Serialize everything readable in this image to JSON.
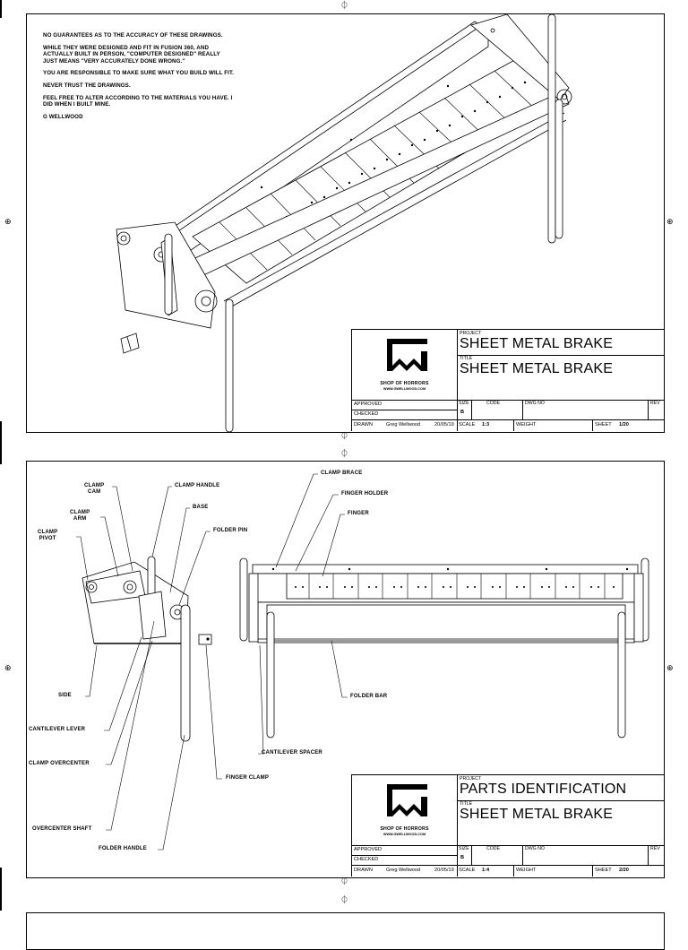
{
  "sheet1": {
    "notes": [
      "NO GUARANTEES AS TO THE ACCURACY OF THESE DRAWINGS.",
      "WHILE THEY WERE DESIGNED AND FIT IN FUSION 360, AND ACTUALLY BUILT IN PERSON, \"COMPUTER DESIGNED\" REALLY JUST MEANS \"VERY ACCURATELY DONE WRONG.\"",
      "YOU ARE RESPONSIBLE TO MAKE SURE WHAT YOU BUILD WILL FIT.",
      "NEVER TRUST THE DRAWINGS.",
      "FEEL FREE TO ALTER ACCORDING TO THE MATERIALS YOU HAVE.  I DID WHEN I BUILT MINE.",
      "G WELLWOOD"
    ],
    "titleblock": {
      "project_label": "PROJECT",
      "project": "SHEET METAL BRAKE",
      "title_label": "TITLE",
      "title": "SHEET METAL BRAKE",
      "approved": "APPROVED",
      "checked": "CHECKED",
      "drawn_label": "DRAWN",
      "drawn_by": "Greg Wellwood",
      "date": "20/05/19",
      "size_label": "SIZE",
      "size": "B",
      "code_label": "CODE",
      "dwg_label": "DWG NO",
      "rev_label": "REV",
      "scale_label": "SCALE",
      "scale": "1:3",
      "weight_label": "WEIGHT",
      "sheet_label": "SHEET",
      "sheet": "1/20"
    }
  },
  "sheet2": {
    "labels": {
      "clamp_cam": "CLAMP\nCAM",
      "clamp_arm": "CLAMP\nARM",
      "clamp_pivot": "CLAMP\nPIVOT",
      "clamp_handle": "CLAMP HANDLE",
      "base": "BASE",
      "folder_pin": "FOLDER PIN",
      "side": "SIDE",
      "cantilever_lever": "CANTILEVER LEVER",
      "clamp_overcenter": "CLAMP OVERCENTER",
      "overcenter_shaft": "OVERCENTER SHAFT",
      "folder_handle": "FOLDER HANDLE",
      "finger_clamp": "FINGER CLAMP",
      "clamp_brace": "CLAMP BRACE",
      "finger_holder": "FINGER HOLDER",
      "finger": "FINGER",
      "folder_bar": "FOLDER BAR",
      "cantilever_spacer": "CANTILEVER SPACER"
    },
    "titleblock": {
      "project_label": "PROJECT",
      "project": "PARTS IDENTIFICATION",
      "title_label": "TITLE",
      "title": "SHEET METAL BRAKE",
      "approved": "APPROVED",
      "checked": "CHECKED",
      "drawn_label": "DRAWN",
      "drawn_by": "Greg Wellwood",
      "date": "20/05/19",
      "size_label": "SIZE",
      "size": "B",
      "code_label": "CODE",
      "dwg_label": "DWG NO",
      "rev_label": "REV",
      "scale_label": "SCALE",
      "scale": "1:4",
      "weight_label": "WEIGHT",
      "sheet_label": "SHEET",
      "sheet": "2/20"
    }
  },
  "logo": {
    "brand": "SHOP OF HORRORS",
    "url": "WWW.GWELLWOOD.COM"
  }
}
